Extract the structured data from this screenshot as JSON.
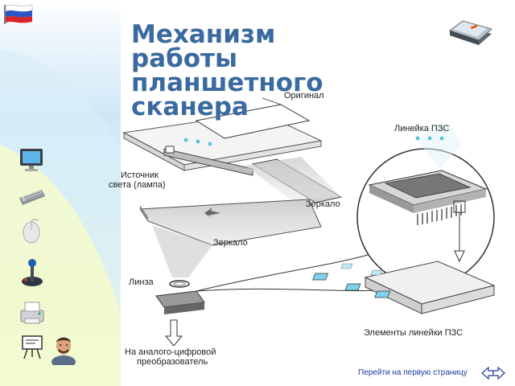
{
  "title": {
    "line1": "Механизм",
    "line2": "работы",
    "line3": "планшетного",
    "line4": "сканера"
  },
  "diagram": {
    "original_label": "Оригинал",
    "ccd_line_label": "Линейка ПЗС",
    "light_source_label_1": "Источник",
    "light_source_label_2": "света (лампа)",
    "mirror_label_1": "Зеркало",
    "mirror_label_2": "Зеркало",
    "lens_label": "Линза",
    "ccd_elements_label": "Элементы линейки ПЗС",
    "adc_label_1": "На аналого-цифровой",
    "adc_label_2": "преобразователь"
  },
  "footer": {
    "first_page_link": "Перейти на первую страницу"
  },
  "icons": {
    "flag": "russian-flag-icon",
    "scanner": "scanner-icon",
    "side": [
      "monitor-icon",
      "keyboard-icon",
      "mouse-icon",
      "joystick-icon",
      "printer-icon",
      "easel-icon",
      "teacher-avatar-icon"
    ],
    "nav": "nav-arrows-icon"
  }
}
